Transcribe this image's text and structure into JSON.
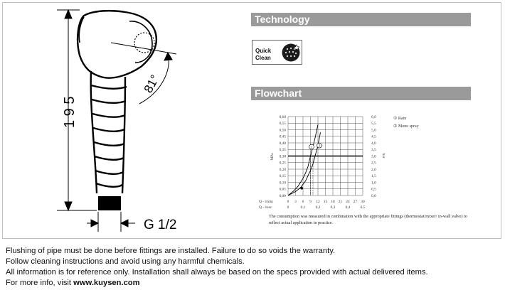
{
  "drawing": {
    "height_dim": "1 9 5",
    "angle": "81°",
    "thread": "G 1/2"
  },
  "technology": {
    "title": "Technology",
    "badge": {
      "line1": "Quick",
      "line2": "Clean"
    }
  },
  "flowchart": {
    "title": "Flowchart",
    "footnote": "The consumption was measured in combination with the appropriate fittings (thermostat/mixer/ in-wall valve) to reflect actual application in practice."
  },
  "chart_data": {
    "type": "line",
    "ylabel_left": "MPa",
    "ylabel_right": "bar",
    "yticks_left": [
      "0,60",
      "0,55",
      "0,50",
      "0,45",
      "0,40",
      "0,35",
      "0,30",
      "0,25",
      "0,20",
      "0,15",
      "0,10",
      "0,05",
      "0,00"
    ],
    "yticks_right": [
      "6,0",
      "5,5",
      "5,0",
      "4,5",
      "4,0",
      "3,5",
      "3,0",
      "2,5",
      "2,0",
      "1,5",
      "1,0",
      "0,5",
      "0,0"
    ],
    "xrow1_label": "Q - l/min",
    "xrow1_ticks": [
      "0",
      "3",
      "6",
      "9",
      "12",
      "15",
      "18",
      "21",
      "24",
      "27",
      "30"
    ],
    "xrow2_label": "Q - l/sec",
    "xrow2_ticks": [
      "0",
      "0,1",
      "0,2",
      "0,3",
      "0,4",
      "0,5"
    ],
    "ylim": [
      0,
      0.6
    ],
    "xlim": [
      0,
      30
    ],
    "reference_line_mpa": 0.3,
    "legend": [
      {
        "marker": "①",
        "name": "Rain"
      },
      {
        "marker": "②",
        "name": "Mono spray"
      }
    ],
    "series": [
      {
        "marker": "1",
        "x": [
          0,
          2,
          4,
          6,
          7,
          8,
          9,
          10,
          11,
          12
        ],
        "y": [
          0.0,
          0.03,
          0.07,
          0.13,
          0.17,
          0.22,
          0.3,
          0.37,
          0.45,
          0.54
        ]
      },
      {
        "marker": "2",
        "x": [
          0,
          3,
          5,
          7,
          8,
          9,
          10,
          11,
          12,
          13
        ],
        "y": [
          0.0,
          0.03,
          0.06,
          0.11,
          0.15,
          0.19,
          0.24,
          0.31,
          0.38,
          0.48
        ]
      }
    ]
  },
  "footer": {
    "line1": "Flushing of pipe must be done before fittings are installed. Failure to do so voids the warranty.",
    "line2": "Follow cleaning instructions and avoid using any harmful chemicals.",
    "line3": "All information is for reference only. Installation shall always be based on the specs provided with actual delivered items.",
    "line4_prefix": "For more info, visit ",
    "link": "www.kuysen.com"
  }
}
